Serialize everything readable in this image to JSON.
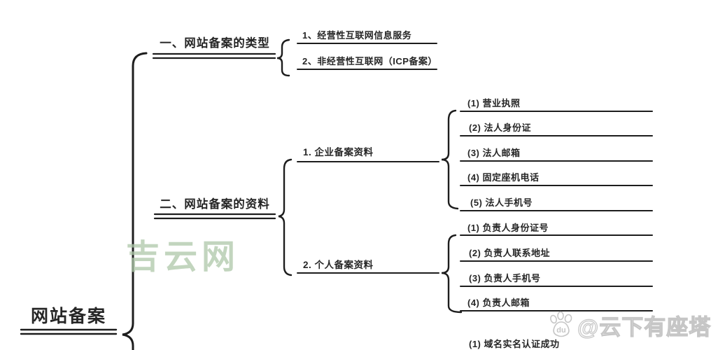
{
  "diagram": {
    "root": "网站备案",
    "branch1": {
      "title": "一、网站备案的类型",
      "items": [
        "1、经营性互联网信息服务",
        "2、非经营性互联网（ICP备案）"
      ]
    },
    "branch2": {
      "title": "二、网站备案的资料",
      "enterprise": {
        "title": "1. 企业备案资料",
        "items": [
          "(1) 营业执照",
          "(2) 法人身份证",
          "(3) 法人邮箱",
          "(4) 固定座机电话",
          "(5) 法人手机号"
        ]
      },
      "personal": {
        "title": "2. 个人备案资料",
        "items": [
          "(1) 负责人身份证号",
          "(2) 负责人联系地址",
          "(3) 负责人手机号",
          "(4) 负责人邮箱"
        ]
      }
    },
    "branch3_partial": {
      "first_item": "(1) 域名实名认证成功"
    }
  },
  "watermarks": {
    "site": "吉云网",
    "author": "@云下有座塔",
    "paw_label": "du"
  },
  "colors": {
    "line": "#1d1d1d",
    "text": "#262626",
    "site_watermark": "#aec7a9",
    "author_watermark": "#c6c6c6",
    "background": "#ffffff"
  }
}
